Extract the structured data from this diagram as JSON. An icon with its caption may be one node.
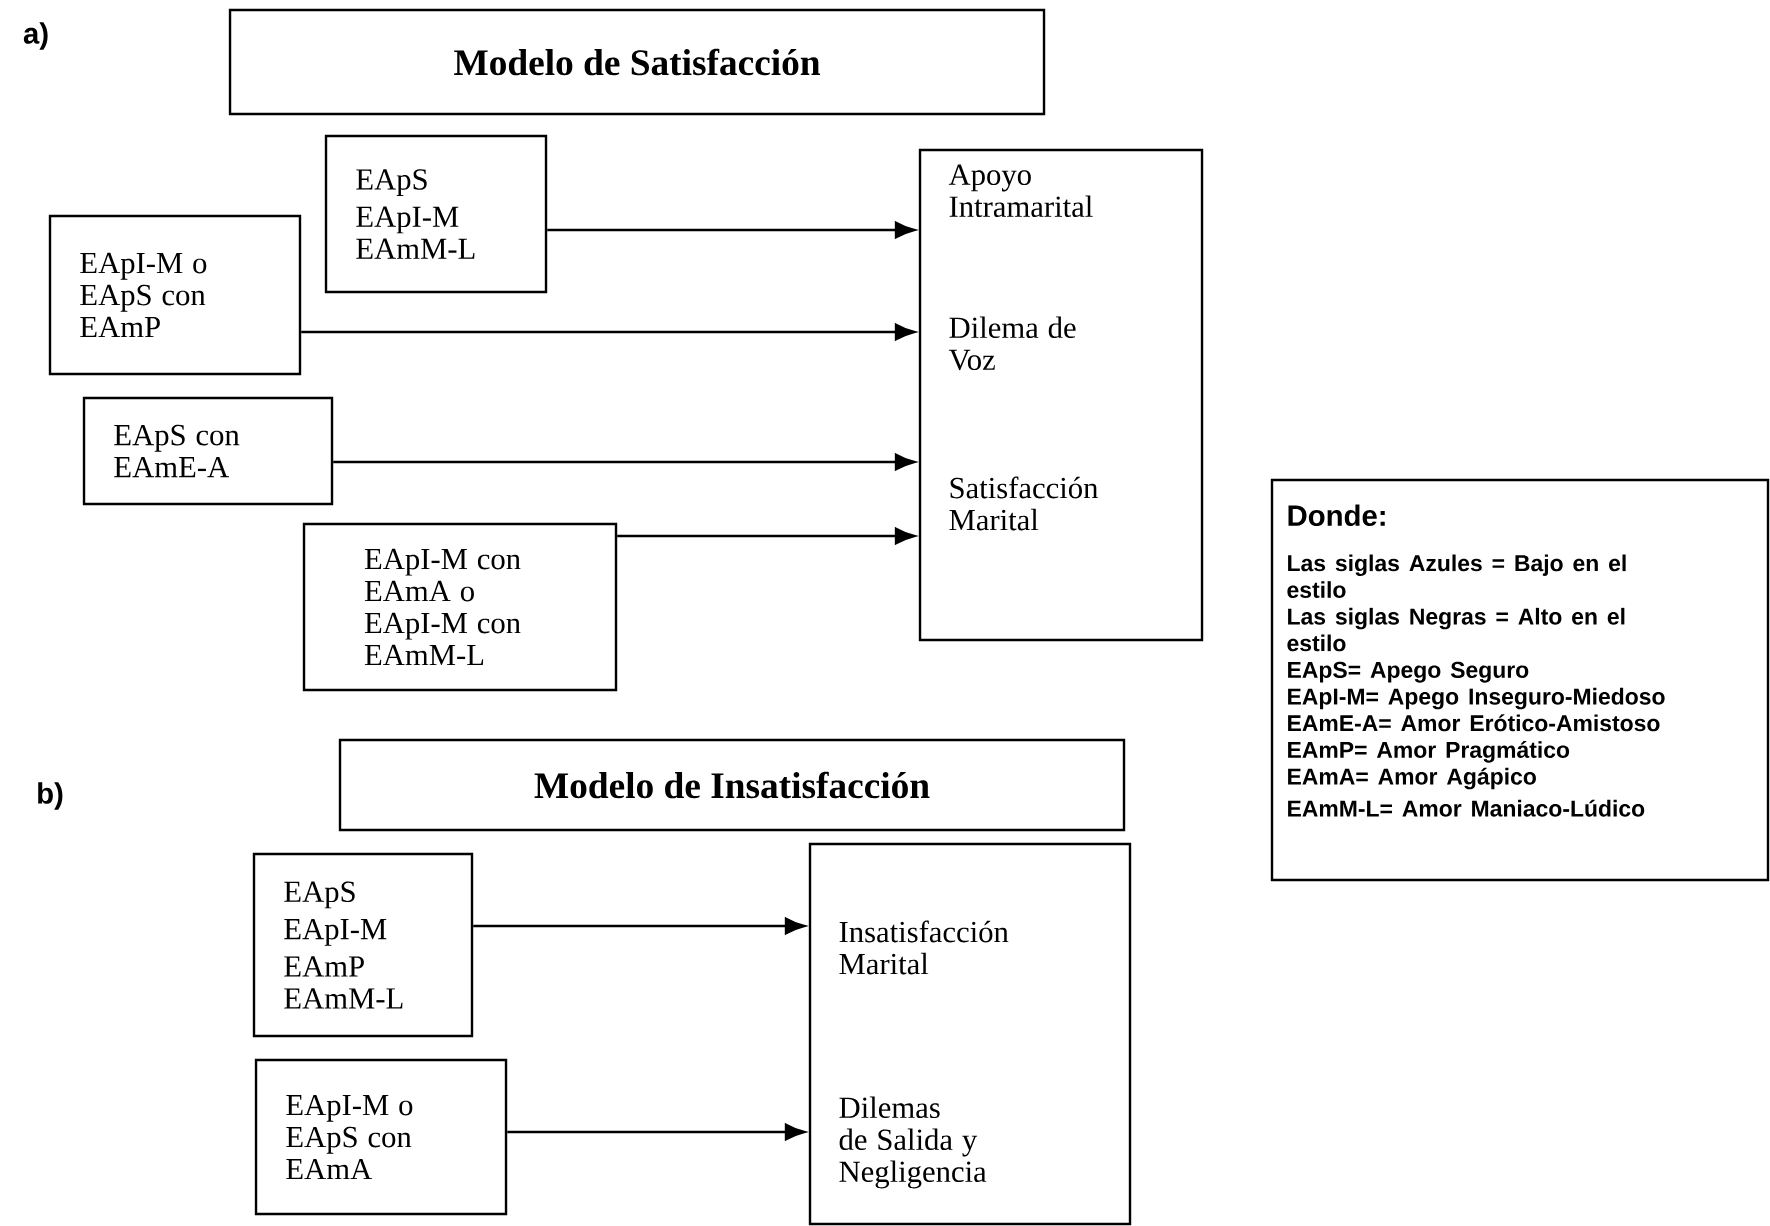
{
  "diagram": {
    "nodes": [
      {
        "text": [
          "Modelo de Satisfacción"
        ]
      },
      {
        "text": [
          "EApS",
          "EApI-M",
          "EAmM-L"
        ]
      },
      {
        "text": [
          "EApI-M o EApS con EAmP"
        ]
      },
      {
        "text": [
          "EApS con EAmE-A"
        ]
      },
      {
        "text": [
          "EApI-M con EAmA o EApI-M con EAmM-L"
        ]
      },
      {
        "text": [
          "Apoyo Intramarital",
          "Dilema de Voz",
          "Satisfacción Marital"
        ]
      },
      {
        "text": [
          "Donde:",
          "Las siglas Azules = Bajo en el estilo",
          "Las siglas Negras = Alto en el estilo",
          "EApS= Apego Seguro",
          "EApI-M= Apego Inseguro-Miedoso",
          "EAmE-A= Amor Erótico-Amistoso",
          "EAmP= Amor Pragmático",
          "EAmA= Amor Agápico",
          "EAmM-L= Amor Maniaco-Lúdico"
        ]
      },
      {
        "text": [
          "Modelo de Insatisfacción"
        ]
      },
      {
        "text": [
          "EApS",
          "EApI-M",
          "EAmP",
          "EAmM-L"
        ]
      },
      {
        "text": [
          "EApI-M o EApS con EAmA"
        ]
      },
      {
        "text": [
          "Insatisfacción Marital",
          "Dilemas de Salida y Negligencia"
        ]
      }
    ],
    "edges": [
      {
        "from": 1,
        "to": 5,
        "arrow": "to"
      },
      {
        "from": 2,
        "to": 5,
        "arrow": "to"
      },
      {
        "from": 3,
        "to": 5,
        "arrow": "to"
      },
      {
        "from": 4,
        "to": 5,
        "arrow": "to"
      },
      {
        "from": 8,
        "to": 10,
        "arrow": "to"
      },
      {
        "from": 9,
        "to": 10,
        "arrow": "to"
      }
    ],
    "labels": [
      "a)",
      "b)"
    ]
  }
}
